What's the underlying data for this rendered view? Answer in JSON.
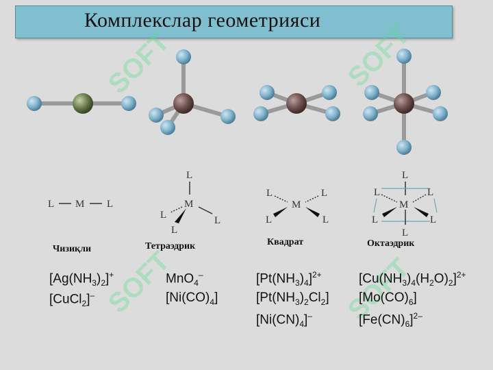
{
  "title": "Комплекслар геометрияси",
  "watermark": "SOFT",
  "colors": {
    "title_bg": "#7fbfd0",
    "ligand_ball": "#7fb2cc",
    "metal_ball": "#6e4f4f",
    "metal_linear": "#6a7a4a",
    "bond": "#9a9a9a"
  },
  "schemes": {
    "metal": "M",
    "ligand": "L"
  },
  "geometries": [
    {
      "label": "Чизиқли"
    },
    {
      "label": "Тетраэдрик"
    },
    {
      "label": "Квадрат"
    },
    {
      "label": "Октаэдрик"
    }
  ],
  "formulas": {
    "linear": [
      {
        "parts": [
          "[Ag(NH",
          "3",
          ")",
          "2",
          "]",
          "+"
        ]
      },
      {
        "parts": [
          "[CuCl",
          "2",
          "]",
          "–"
        ]
      }
    ],
    "tetrahedral": [
      {
        "parts": [
          "MnO",
          "4",
          "",
          "",
          "",
          "–"
        ]
      },
      {
        "parts": [
          "[Ni(CO)",
          "4",
          "]",
          "",
          "",
          ""
        ]
      }
    ],
    "square": [
      {
        "parts": [
          "[Pt(NH",
          "3",
          ")",
          "4",
          "]",
          "2+"
        ]
      },
      {
        "parts": [
          "[Pt(NH",
          "3",
          ")",
          "2",
          "Cl",
          "2",
          "]"
        ]
      },
      {
        "parts": [
          "[Ni(CN)",
          "4",
          "]",
          "–"
        ]
      }
    ],
    "octahedral": [
      {
        "parts": [
          "[Cu(NH",
          "3",
          ")",
          "4",
          "(H",
          "2",
          "O)",
          "2",
          "]",
          "2+"
        ]
      },
      {
        "parts": [
          "[Mo(CO)",
          "6",
          "]"
        ]
      },
      {
        "parts": [
          "[Fe(CN)",
          "6",
          "]",
          "2–"
        ]
      }
    ]
  }
}
